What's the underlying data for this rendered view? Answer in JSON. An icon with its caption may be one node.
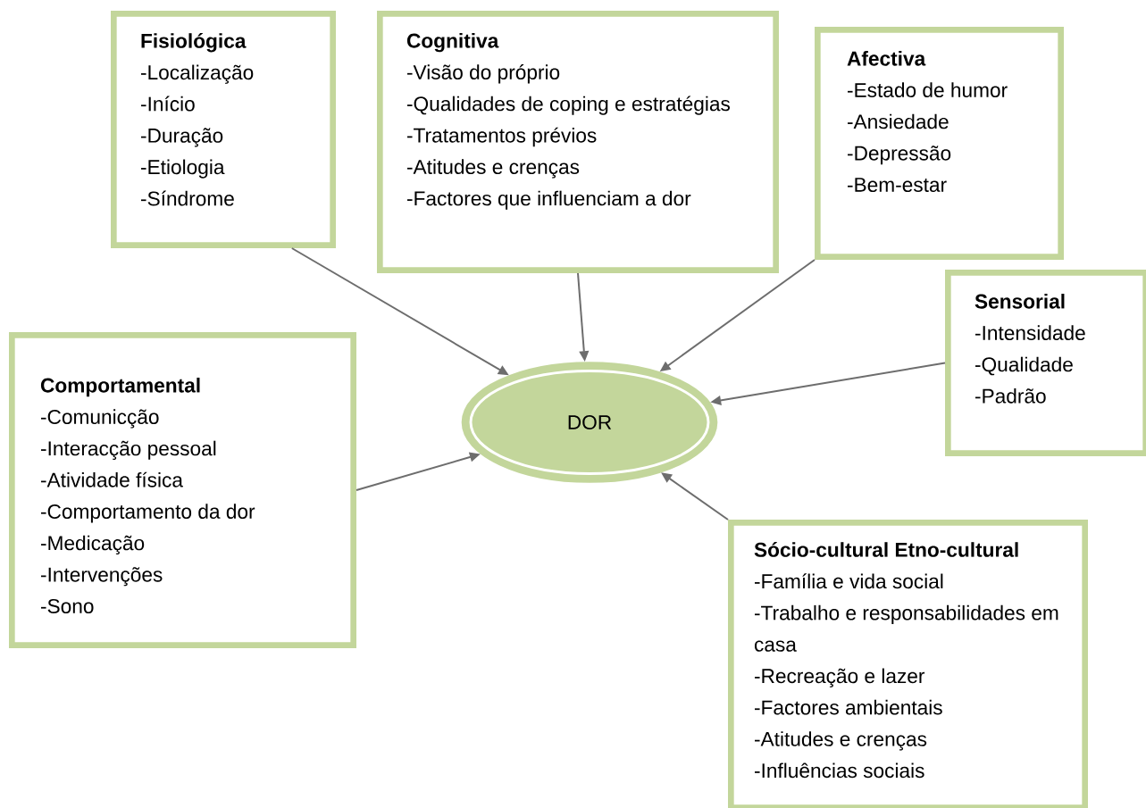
{
  "diagram": {
    "nodes": [
      {
        "text": [
          "Fisiológica",
          "-Localização",
          "-Início",
          "-Duração",
          "-Etiologia",
          "-Síndrome"
        ]
      },
      {
        "text": [
          "Cognitiva",
          "-Visão do próprio",
          "-Qualidades de coping e estratégias",
          "-Tratamentos prévios",
          "-Atitudes e crenças",
          "-Factores que influenciam a dor"
        ]
      },
      {
        "text": [
          "Afectiva",
          "-Estado de humor",
          "-Ansiedade",
          "-Depressão",
          "-Bem-estar"
        ]
      },
      {
        "text": [
          "Sensorial",
          "-Intensidade",
          "-Qualidade",
          "-Padrão"
        ]
      },
      {
        "text": [
          "Comportamental",
          "-Comunicção",
          "-Interacção pessoal",
          "-Atividade física",
          "-Comportamento da dor",
          "-Medicação",
          "-Intervenções",
          "-Sono"
        ]
      },
      {
        "text": [
          "DOR"
        ]
      },
      {
        "text": [
          "Sócio-cultural Etno-cultural",
          "-Família e vida social",
          "-Trabalho e responsabilidades em casa",
          "-Recreação e lazer",
          "-Factores ambientais",
          "-Atitudes e crenças",
          "-Influências sociais"
        ]
      }
    ],
    "edges": [
      {
        "from": 0,
        "to": 5,
        "arrow": "to"
      },
      {
        "from": 1,
        "to": 5,
        "arrow": "to"
      },
      {
        "from": 2,
        "to": 5,
        "arrow": "to"
      },
      {
        "from": 3,
        "to": 5,
        "arrow": "to"
      },
      {
        "from": 4,
        "to": 5,
        "arrow": "to"
      },
      {
        "from": 6,
        "to": 5,
        "arrow": "to"
      }
    ]
  }
}
